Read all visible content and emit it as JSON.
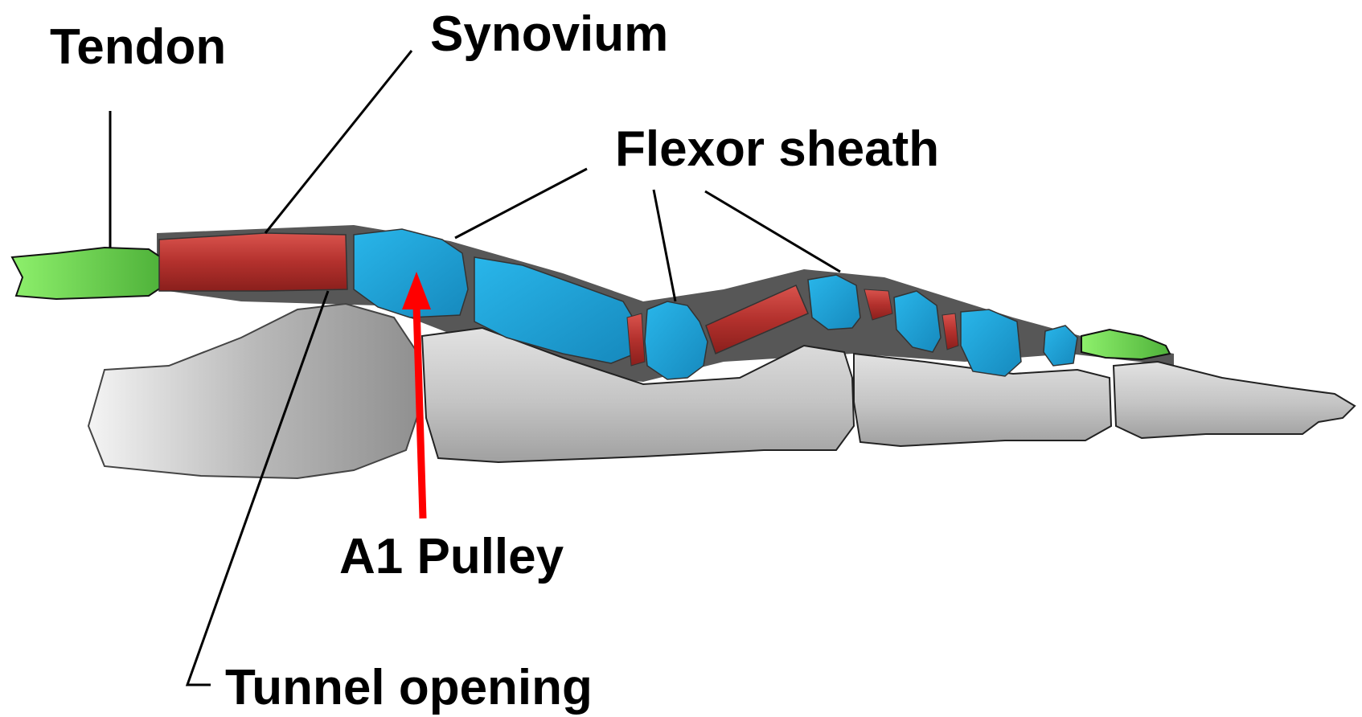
{
  "labels": {
    "tendon": "Tendon",
    "synovium": "Synovium",
    "flexor_sheath": "Flexor sheath",
    "a1_pulley": "A1 Pulley",
    "tunnel_opening": "Tunnel opening"
  },
  "colors": {
    "tendon": "#7be060",
    "synovium": "#b3312d",
    "sheath": "#1ba1d6",
    "bone": "#c9c9c9",
    "bone_shadow": "#8e8e8e",
    "arrow": "#ff0000",
    "leader_line": "#000000"
  }
}
